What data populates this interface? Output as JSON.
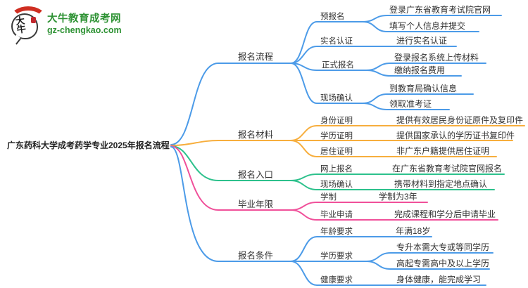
{
  "logo": {
    "icon_text": "大牛",
    "title": "大牛教育成考网",
    "url": "gz-chengkao.com",
    "brand_green": "#2E9234",
    "brand_red": "#CF2E21"
  },
  "root": "广东药科大学成考药学专业2025年报名流程",
  "branches": [
    {
      "label": "报名流程",
      "color": "#4C9BE8",
      "children": [
        {
          "label": "预报名",
          "children": [
            "登录广东省教育考试院官网",
            "填写个人信息并提交"
          ]
        },
        {
          "label": "实名认证",
          "children": [
            "进行实名认证"
          ]
        },
        {
          "label": "正式报名",
          "children": [
            "登录报名系统上传材料",
            "缴纳报名费用"
          ]
        },
        {
          "label": "现场确认",
          "children": [
            "到教育局确认信息",
            "领取准考证"
          ]
        }
      ]
    },
    {
      "label": "报名材料",
      "color": "#F7AE3D",
      "children": [
        {
          "label": "身份证明",
          "children": [
            "提供有效居民身份证原件及复印件"
          ]
        },
        {
          "label": "学历证明",
          "children": [
            "提供国家承认的学历证书复印件"
          ]
        },
        {
          "label": "居住证明",
          "children": [
            "非广东户籍提供居住证明"
          ]
        }
      ]
    },
    {
      "label": "报名入口",
      "color": "#2DC18C",
      "children": [
        {
          "label": "网上报名",
          "children": [
            "在广东省教育考试院官网报名"
          ]
        },
        {
          "label": "现场确认",
          "children": [
            "携带材料到指定地点确认"
          ]
        }
      ]
    },
    {
      "label": "毕业年限",
      "color": "#F0509A",
      "children": [
        {
          "label": "学制",
          "children": [
            "学制为3年"
          ]
        },
        {
          "label": "毕业申请",
          "children": [
            "完成课程和学分后申请毕业"
          ]
        }
      ]
    },
    {
      "label": "报名条件",
      "color": "#4C9BE8",
      "children": [
        {
          "label": "年龄要求",
          "children": [
            "年满18岁"
          ]
        },
        {
          "label": "学历要求",
          "children": [
            "专升本需大专或等同学历",
            "高起专需高中及以上学历"
          ]
        },
        {
          "label": "健康要求",
          "children": [
            "身体健康，能完成学习"
          ]
        }
      ]
    }
  ]
}
